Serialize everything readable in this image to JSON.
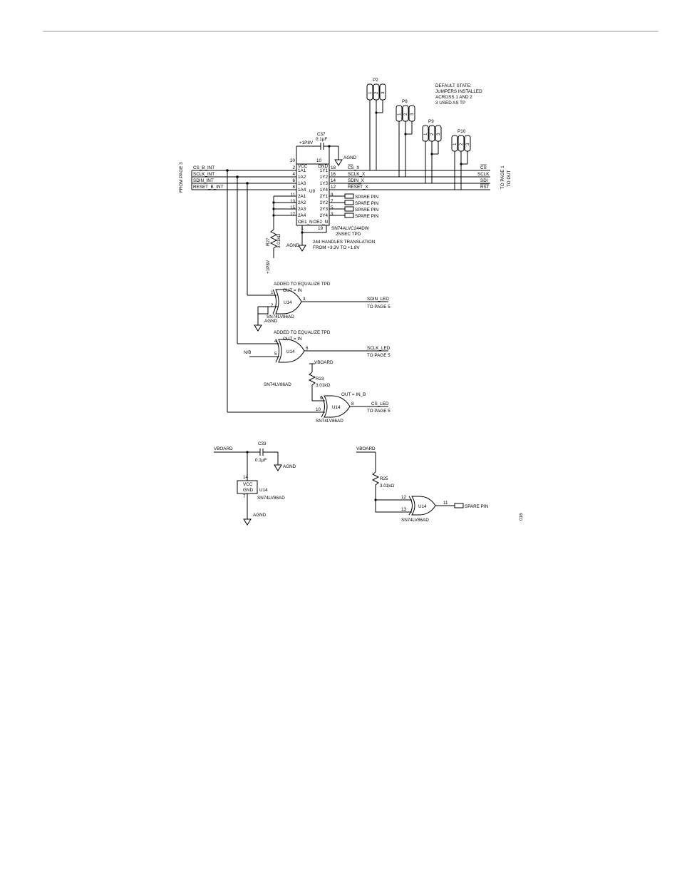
{
  "page": {
    "figure_number": "016"
  },
  "offpage": {
    "from": "FROM PAGE 3",
    "to_a": "TO PAGE 1",
    "to_b": "TO DUT"
  },
  "inputs": [
    "CS_B_INT",
    "SCLK_INT",
    "SDIN_INT",
    "RESET_B_INT"
  ],
  "outputs": {
    "cs": "CS",
    "sclk": "SCLK",
    "sdi": "SDI",
    "rst": "RST"
  },
  "u9": {
    "ref": "U9",
    "part": "SN74ALVC244DW",
    "note1": "2NSEC TPD",
    "note2": "244 HANDLES TRANSLATION",
    "note3": "FROM +3.3V TO +1.8V",
    "pins_left": [
      "VCC",
      "1A1",
      "1A2",
      "1A3",
      "1A4",
      "2A1",
      "2A2",
      "2A3",
      "2A4",
      "OE1_N"
    ],
    "pins_right": [
      "GND",
      "1Y1",
      "1Y2",
      "1Y3",
      "1Y4",
      "2Y1",
      "2Y2",
      "2Y3",
      "2Y4",
      "OE2_N"
    ],
    "num_left": [
      "20",
      "2",
      "4",
      "6",
      "8",
      "11",
      "13",
      "15",
      "17",
      "1"
    ],
    "num_right": [
      "10",
      "18",
      "16",
      "14",
      "12",
      "9",
      "7",
      "5",
      "3",
      "19"
    ],
    "out_nets": [
      "CS_X",
      "SCLK_X",
      "SDIN_X",
      "RESET_X"
    ]
  },
  "c37": {
    "ref": "C37",
    "value": "0.1µF",
    "rail": "+1P8V"
  },
  "agnd": "AGND",
  "spare_pin": "SPARE PIN",
  "r27": {
    "ref": "R27",
    "value": "3.01kΩ",
    "rail": "+1P8V"
  },
  "jumpers": {
    "p2": "P2",
    "p8": "P8",
    "p9": "P9",
    "p10": "P10",
    "pin1": "1",
    "pin2": "2",
    "pin3": "3"
  },
  "default_state": [
    "DEFAULT STATE:",
    "JUMPERS INSTALLED",
    "ACROSS 1 AND 2",
    "3 USED AS TP"
  ],
  "u14": {
    "ref": "U14",
    "part": "SN74LV86AD"
  },
  "gate_a": {
    "note": "ADDED TO EQUALIZE TPD",
    "out": "OUT = IN",
    "pin_in1": "1",
    "pin_in2": "2",
    "pin_out": "3",
    "net": "SDIN_LED",
    "dest": "TO PAGE 5"
  },
  "gate_b": {
    "note": "ADDED TO EQUALIZE TPD",
    "out": "OUT = IN",
    "pin_in1": "4",
    "pin_in2": "5",
    "pin_out": "6",
    "net": "SCLK_LED",
    "dest": "TO PAGE 5",
    "nb": "N/B"
  },
  "gate_c": {
    "out": "OUT = IN_B",
    "pin_in1": "9",
    "pin_in2": "10",
    "pin_out": "8",
    "net": "CS_LED",
    "dest": "TO PAGE 5"
  },
  "vboard": "VBOARD",
  "r23": {
    "ref": "R23",
    "value": "3.01kΩ"
  },
  "c33": {
    "ref": "C33",
    "value": "0.1µF"
  },
  "power": {
    "vcc": "VCC",
    "gnd": "GND",
    "pin_vcc": "14",
    "pin_gnd": "7"
  },
  "r25": {
    "ref": "R25",
    "value": "3.01kΩ"
  },
  "gate_d": {
    "pin_in1": "12",
    "pin_in2": "13",
    "pin_out": "11"
  }
}
